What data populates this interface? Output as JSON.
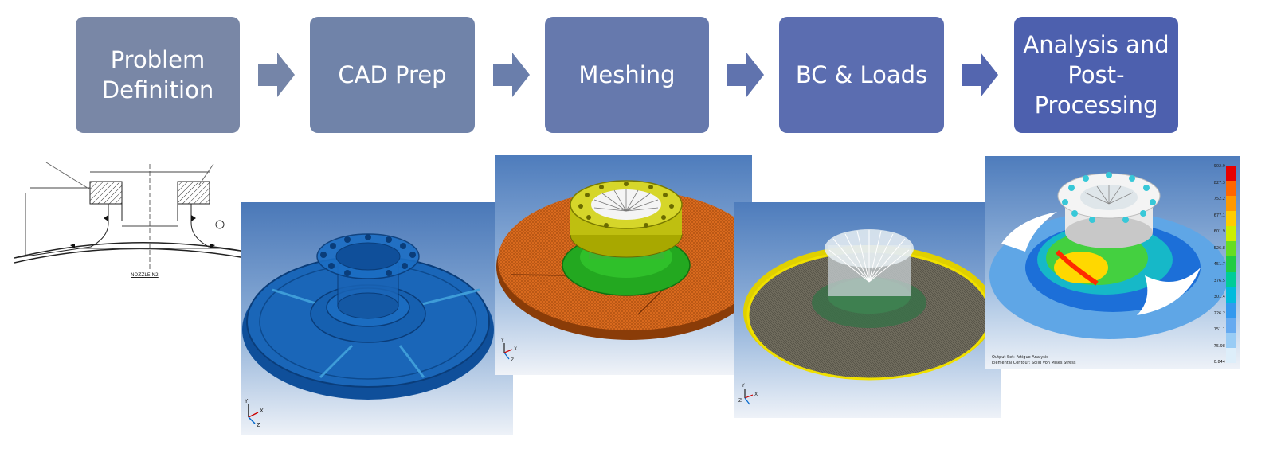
{
  "steps": [
    {
      "label": "Problem\nDefinition",
      "color": "#7987a6"
    },
    {
      "label": "CAD Prep",
      "color": "#7083a9"
    },
    {
      "label": "Meshing",
      "color": "#6679ad"
    },
    {
      "label": "BC & Loads",
      "color": "#5b6db0"
    },
    {
      "label": "Analysis and\nPost-\nProcessing",
      "color": "#4d60ae"
    }
  ],
  "drawing": {
    "caption": "NOZZLE N2"
  },
  "results": {
    "output_line1": "Output Set: Fatigue Analysis",
    "output_line2": "Elemental Contour: Solid Von Mises Stress",
    "legend": [
      "902.9",
      "827.3",
      "752.2",
      "677.1",
      "601.9",
      "526.8",
      "451.7",
      "376.5",
      "301.4",
      "226.2",
      "151.1",
      "75.98",
      "0.844"
    ],
    "legend_colors": [
      "#e60000",
      "#ff6600",
      "#ff9900",
      "#ffcc00",
      "#ccee00",
      "#66dd22",
      "#22cc44",
      "#00cc99",
      "#00bbdd",
      "#3399ee",
      "#66aaf0",
      "#99ccf5",
      "#ddeefa"
    ]
  },
  "axis_labels": {
    "x": "X",
    "y": "Y",
    "z": "Z"
  }
}
